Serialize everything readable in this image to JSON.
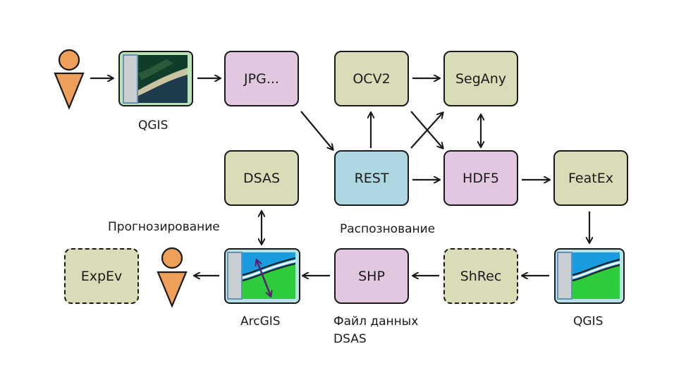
{
  "colors": {
    "olive": "#dadcb7",
    "pink": "#e2c7e1",
    "blue": "#add8e2",
    "person": "#eea05a",
    "map_water": "#1a9ce0",
    "map_land": "#2ecc3c",
    "satellite_frame": "#b7e3b7",
    "arrow": "#1a1a1a",
    "double_arrow": "#5a1f73"
  },
  "nodes": {
    "jpg": "JPG...",
    "ocv2": "OCV2",
    "seganym": "SegAny",
    "dsas": "DSAS",
    "rest": "REST",
    "hdf5": "HDF5",
    "featex": "FeatEx",
    "expev": "ExpEv",
    "shp": "SHP",
    "shrec": "ShRec"
  },
  "labels": {
    "qgis_top": "QGIS",
    "qgis_bottom": "QGIS",
    "arcgis": "ArcGIS",
    "forecast": "Прогнозирование",
    "recognition": "Распознование",
    "dsas_file_line1": "Файл данных",
    "dsas_file_line2": "DSAS"
  },
  "icons": {
    "user_top": "person-icon",
    "user_bottom": "person-icon",
    "qgis_satellite": "satellite-map-icon",
    "arcgis_map": "shoreline-map-icon",
    "qgis_map": "shoreline-map-icon"
  }
}
